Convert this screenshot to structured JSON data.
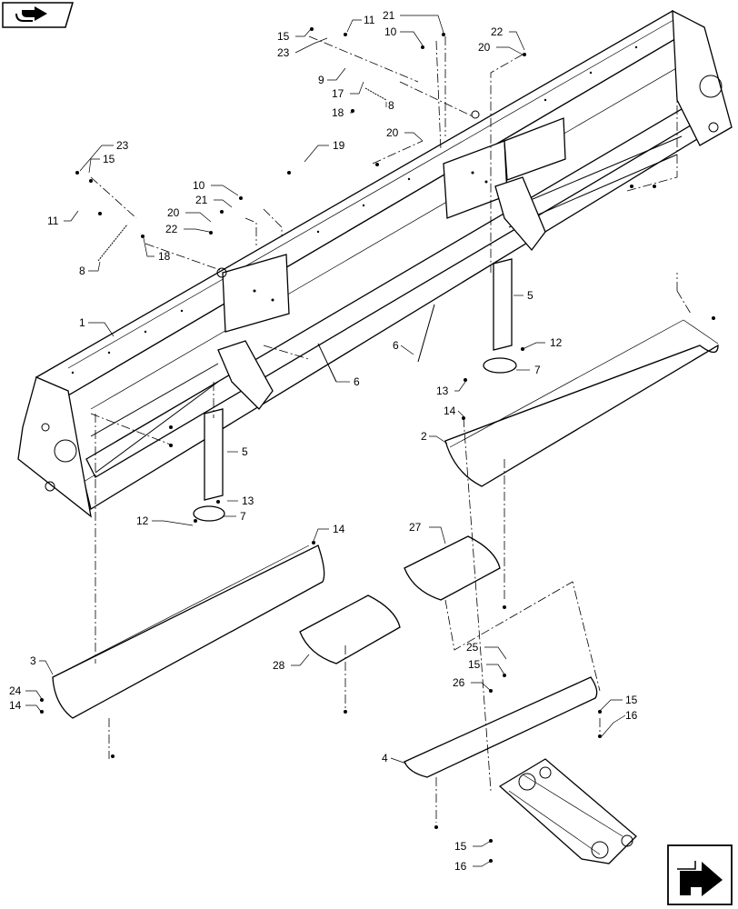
{
  "callouts": [
    {
      "id": "c1",
      "text": "1"
    },
    {
      "id": "c2",
      "text": "2"
    },
    {
      "id": "c3",
      "text": "3"
    },
    {
      "id": "c4",
      "text": "4"
    },
    {
      "id": "c5a",
      "text": "5"
    },
    {
      "id": "c5b",
      "text": "5"
    },
    {
      "id": "c6a",
      "text": "6"
    },
    {
      "id": "c6b",
      "text": "6"
    },
    {
      "id": "c7a",
      "text": "7"
    },
    {
      "id": "c7b",
      "text": "7"
    },
    {
      "id": "c8a",
      "text": "8"
    },
    {
      "id": "c8b",
      "text": "8"
    },
    {
      "id": "c9",
      "text": "9"
    },
    {
      "id": "c10a",
      "text": "10"
    },
    {
      "id": "c10b",
      "text": "10"
    },
    {
      "id": "c11a",
      "text": "11"
    },
    {
      "id": "c11b",
      "text": "11"
    },
    {
      "id": "c12a",
      "text": "12"
    },
    {
      "id": "c12b",
      "text": "12"
    },
    {
      "id": "c13a",
      "text": "13"
    },
    {
      "id": "c13b",
      "text": "13"
    },
    {
      "id": "c14a",
      "text": "14"
    },
    {
      "id": "c14b",
      "text": "14"
    },
    {
      "id": "c14c",
      "text": "14"
    },
    {
      "id": "c15a",
      "text": "15"
    },
    {
      "id": "c15b",
      "text": "15"
    },
    {
      "id": "c15c",
      "text": "15"
    },
    {
      "id": "c15d",
      "text": "15"
    },
    {
      "id": "c15e",
      "text": "15"
    },
    {
      "id": "c16a",
      "text": "16"
    },
    {
      "id": "c16b",
      "text": "16"
    },
    {
      "id": "c17",
      "text": "17"
    },
    {
      "id": "c18a",
      "text": "18"
    },
    {
      "id": "c18b",
      "text": "18"
    },
    {
      "id": "c19",
      "text": "19"
    },
    {
      "id": "c20a",
      "text": "20"
    },
    {
      "id": "c20b",
      "text": "20"
    },
    {
      "id": "c20c",
      "text": "20"
    },
    {
      "id": "c21a",
      "text": "21"
    },
    {
      "id": "c21b",
      "text": "21"
    },
    {
      "id": "c22a",
      "text": "22"
    },
    {
      "id": "c22b",
      "text": "22"
    },
    {
      "id": "c23a",
      "text": "23"
    },
    {
      "id": "c23b",
      "text": "23"
    },
    {
      "id": "c24",
      "text": "24"
    },
    {
      "id": "c25",
      "text": "25"
    },
    {
      "id": "c26",
      "text": "26"
    },
    {
      "id": "c27",
      "text": "27"
    },
    {
      "id": "c28",
      "text": "28"
    }
  ],
  "nav": {
    "back_icon": "book-arrow-icon",
    "next_icon": "next-page-arrow-icon"
  },
  "colors": {
    "line": "#000000",
    "background": "#ffffff"
  }
}
